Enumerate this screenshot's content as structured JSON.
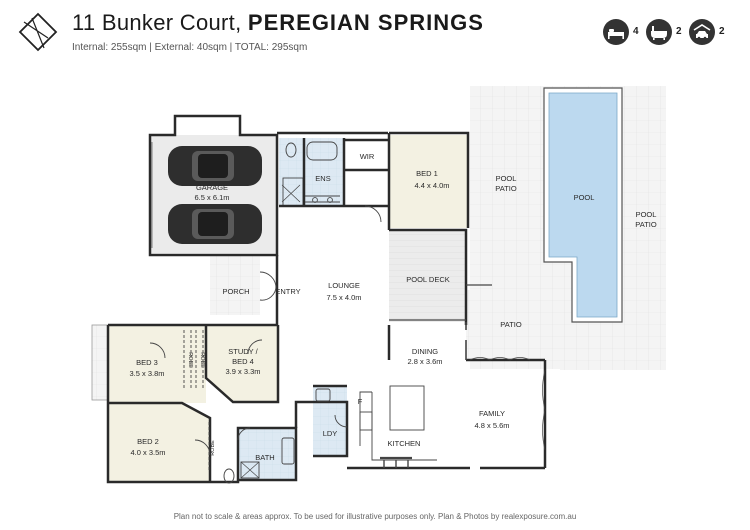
{
  "header": {
    "address_street": "11 Bunker Court,",
    "address_suburb": "PEREGIAN SPRINGS",
    "areas": "Internal: 255sqm  |  External: 40sqm  |  TOTAL: 295sqm"
  },
  "features": [
    {
      "icon": "bed-icon",
      "count": "4"
    },
    {
      "icon": "bath-icon",
      "count": "2"
    },
    {
      "icon": "car-icon",
      "count": "2"
    }
  ],
  "rooms": {
    "garage": {
      "name": "GARAGE",
      "dims": "6.5 x 6.1m"
    },
    "ens": {
      "name": "ENS"
    },
    "wir": {
      "name": "WIR"
    },
    "bed1": {
      "name": "BED 1",
      "dims": "4.4 x 4.0m"
    },
    "pool_patio_left": {
      "line1": "POOL",
      "line2": "PATIO"
    },
    "pool": {
      "name": "POOL"
    },
    "pool_patio_right": {
      "line1": "POOL",
      "line2": "PATIO"
    },
    "porch": {
      "name": "PORCH"
    },
    "entry": {
      "name": "ENTRY"
    },
    "lounge": {
      "name": "LOUNGE",
      "dims": "7.5 x 4.0m"
    },
    "pool_deck": {
      "name": "POOL DECK"
    },
    "patio": {
      "name": "PATIO"
    },
    "bed3": {
      "name": "BED 3",
      "dims": "3.5 x 3.8m"
    },
    "study": {
      "line1": "STUDY /",
      "line2": "BED 4",
      "dims": "3.9 x 3.3m"
    },
    "robe_left": {
      "name": "ROBE"
    },
    "robe_right": {
      "name": "ROBE"
    },
    "dining": {
      "name": "DINING",
      "dims": "2.8 x 3.6m"
    },
    "bed2": {
      "name": "BED 2",
      "dims": "4.0 x 3.5m"
    },
    "robe_bed2": {
      "name": "ROBE"
    },
    "ldy": {
      "name": "LDY"
    },
    "fridge": {
      "name": "F"
    },
    "kitchen": {
      "name": "KITCHEN"
    },
    "family": {
      "name": "FAMILY",
      "dims": "4.8 x 5.6m"
    },
    "bath": {
      "name": "BATH"
    }
  },
  "footer": {
    "disclaimer": "Plan not to scale & areas approx. To be used for illustrative purposes only. Plan & Photos by realexposure.com.au"
  },
  "colors": {
    "wall": "#2a2a2a",
    "bedroom_fill": "#f3f1e2",
    "wet_fill": "#dde9f3",
    "pool_fill": "#bcd9ef",
    "outdoor_fill": "#f3f3f3",
    "deck_fill": "#ebebeb",
    "icon_fill": "#333333"
  }
}
